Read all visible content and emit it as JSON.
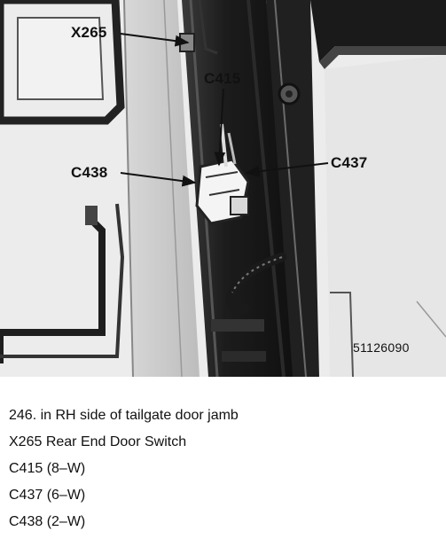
{
  "callouts": {
    "x265": "X265",
    "c415": "C415",
    "c438": "C438",
    "c437": "C437"
  },
  "figure_number": "51126090",
  "caption": {
    "line1": "246. in RH side of tailgate door jamb",
    "line2": "X265 Rear End Door Switch",
    "line3": "C415 (8–W)",
    "line4": "C437 (6–W)",
    "line5": "C438 (2–W)"
  }
}
